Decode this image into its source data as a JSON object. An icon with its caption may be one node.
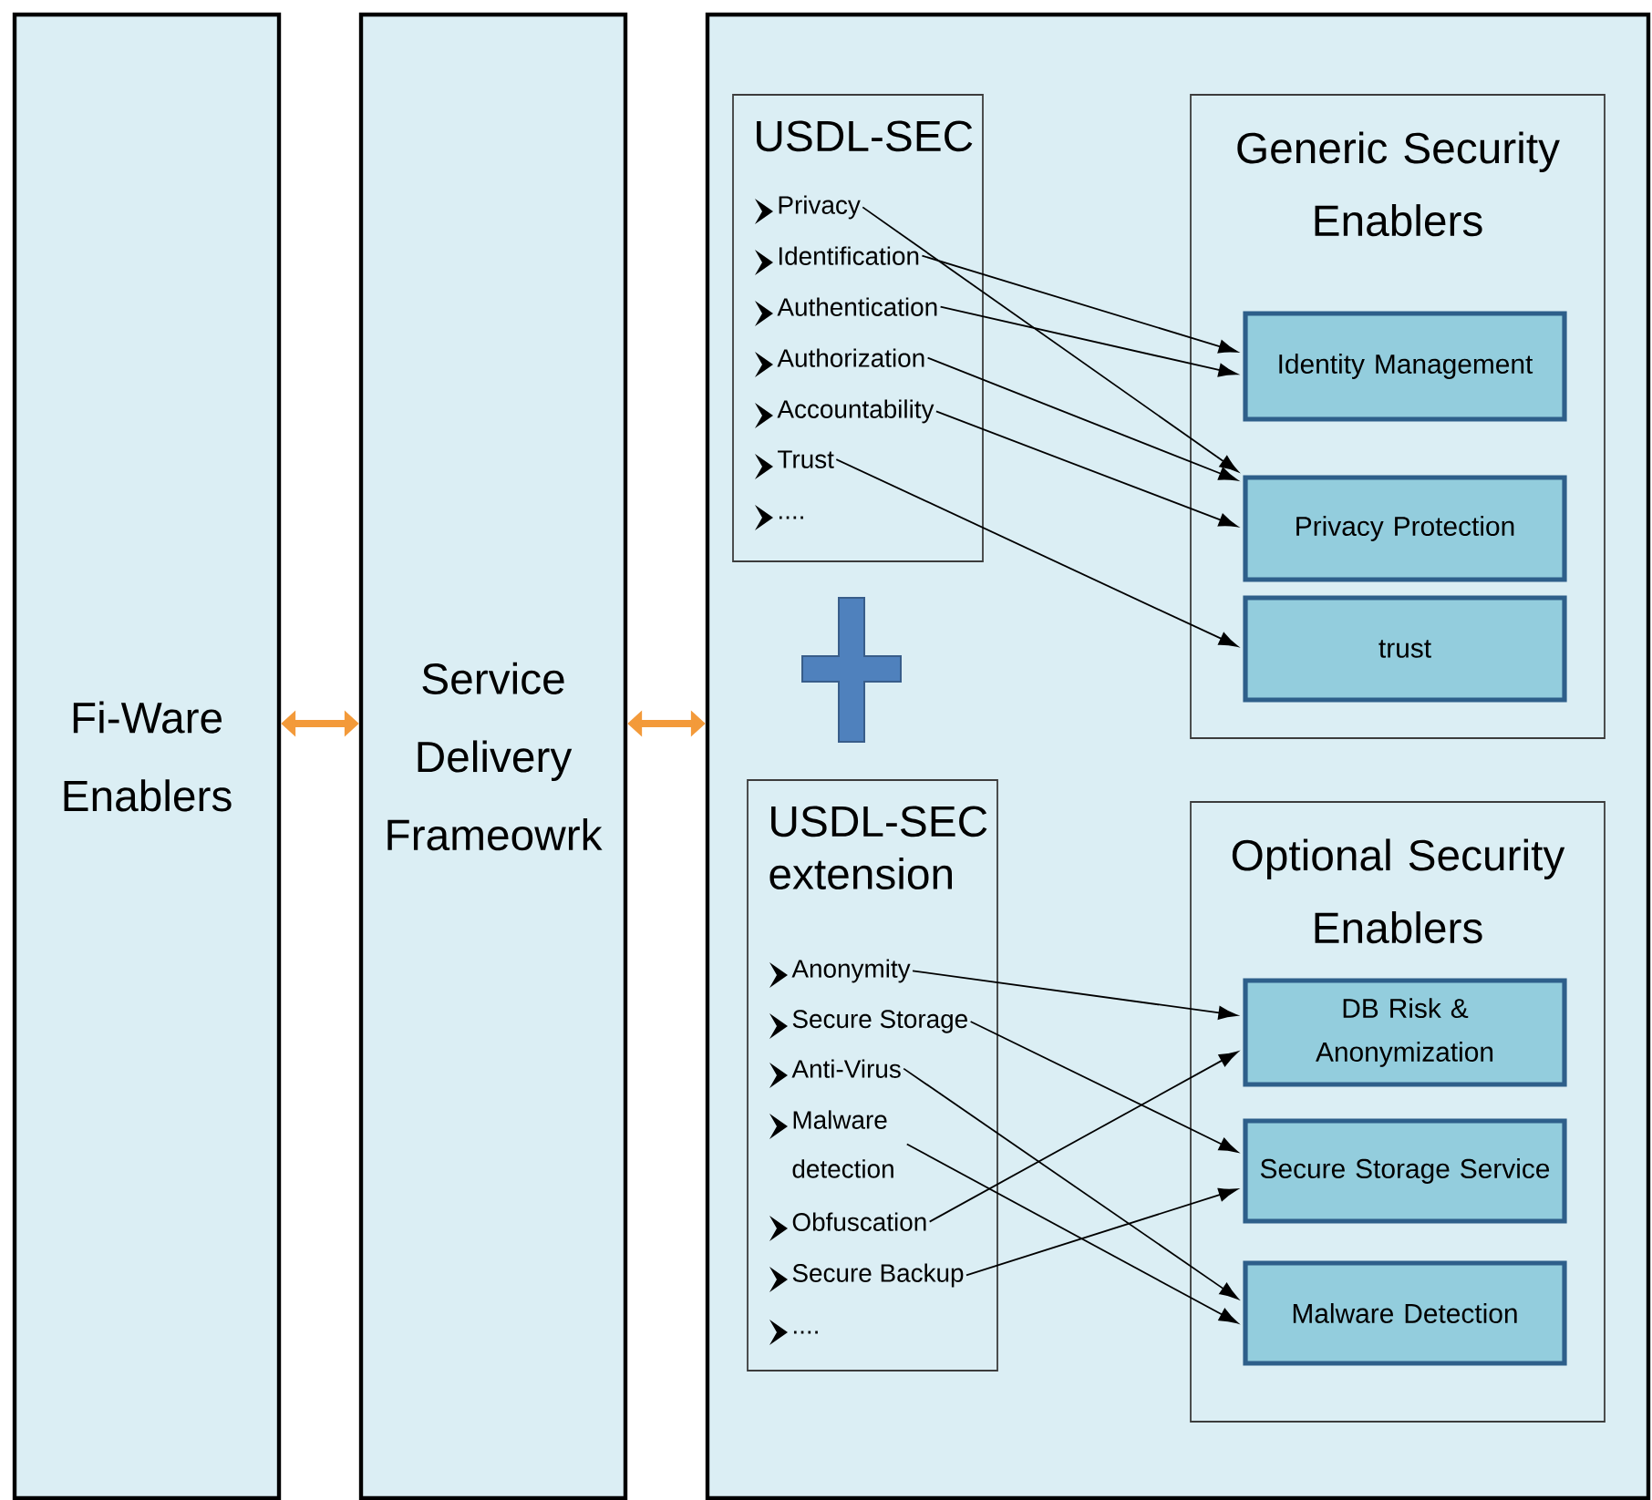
{
  "diagram": {
    "nodes": [
      {
        "text": [
          "Fi-Ware Enablers"
        ]
      },
      {
        "text": [
          "Service Delivery Frameowrk"
        ]
      },
      {
        "text": [],
        "shape": "box"
      },
      {
        "text": [
          "USDL-SEC"
        ],
        "in": 2
      },
      {
        "text": [
          "Privacy"
        ],
        "in": 3
      },
      {
        "text": [
          "Identification"
        ],
        "in": 3
      },
      {
        "text": [
          "Authentication"
        ],
        "in": 3
      },
      {
        "text": [
          "Authorization"
        ],
        "in": 3
      },
      {
        "text": [
          "Accountability"
        ],
        "in": 3
      },
      {
        "text": [
          "Trust"
        ],
        "in": 3
      },
      {
        "text": [
          "Generic Security Enablers"
        ],
        "in": 2
      },
      {
        "text": [
          "Identity Management"
        ],
        "in": 10
      },
      {
        "text": [
          "Privacy Protection"
        ],
        "in": 10
      },
      {
        "text": [
          "trust"
        ],
        "in": 10
      },
      {
        "text": [
          "USDL-SEC extension"
        ],
        "in": 2
      },
      {
        "text": [
          "Anonymity"
        ],
        "in": 14
      },
      {
        "text": [
          "Secure Storage"
        ],
        "in": 14
      },
      {
        "text": [
          "Anti-Virus"
        ],
        "in": 14
      },
      {
        "text": [
          "Malware detection"
        ],
        "in": 14
      },
      {
        "text": [
          "Obfuscation"
        ],
        "in": 14
      },
      {
        "text": [
          "Secure Backup"
        ],
        "in": 14
      },
      {
        "text": [
          "Optional Security Enablers"
        ],
        "in": 2
      },
      {
        "text": [
          "DB Risk & Anonymization"
        ],
        "in": 21
      },
      {
        "text": [
          "Secure Storage Service"
        ],
        "in": 21
      },
      {
        "text": [
          "Malware Detection"
        ],
        "in": 21
      }
    ],
    "edges": [
      {
        "from": 0,
        "to": 1,
        "arrow": "both",
        "style": "thick",
        "color": "#f39a3a"
      },
      {
        "from": 1,
        "to": 2,
        "arrow": "both",
        "style": "thick",
        "color": "#f39a3a"
      },
      {
        "from": 4,
        "to": 12,
        "arrow": "to"
      },
      {
        "from": 5,
        "to": 11,
        "arrow": "to"
      },
      {
        "from": 6,
        "to": 11,
        "arrow": "to"
      },
      {
        "from": 7,
        "to": 12,
        "arrow": "to"
      },
      {
        "from": 8,
        "to": 12,
        "arrow": "to"
      },
      {
        "from": 9,
        "to": 13,
        "arrow": "to"
      },
      {
        "from": 15,
        "to": 22,
        "arrow": "to"
      },
      {
        "from": 16,
        "to": 23,
        "arrow": "to"
      },
      {
        "from": 17,
        "to": 24,
        "arrow": "to"
      },
      {
        "from": 18,
        "to": 24,
        "arrow": "to"
      },
      {
        "from": 19,
        "to": 22,
        "arrow": "to"
      },
      {
        "from": 20,
        "to": 23,
        "arrow": "to"
      }
    ],
    "labels": [
      "....",
      "...."
    ]
  }
}
